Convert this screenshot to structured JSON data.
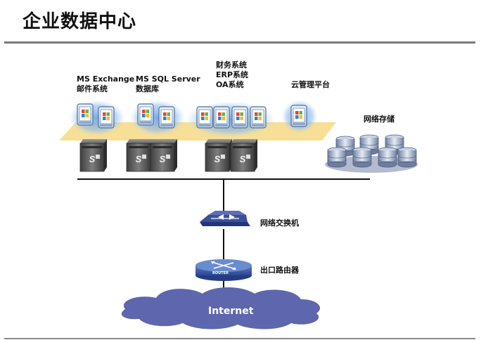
{
  "title": "企业数据中心",
  "labels": {
    "exchange_line1": "MS Exchange",
    "exchange_line2": "邮件系统",
    "sql_line1": "MS SQL Server",
    "sql_line2": "数据库",
    "apps_line1": "财务系统",
    "apps_line2": "ERP系统",
    "apps_line3": "OA系统",
    "cloud_mgmt": "云管理平台",
    "storage": "网络存储",
    "switch": "网络交换机",
    "router": "出口路由器",
    "router_badge": "ROUTER",
    "internet": "Internet"
  },
  "colors": {
    "panel_yellow": "#f6dc8a",
    "glow_blue": "#6fa6e6",
    "switch_blue": "#3e4f99",
    "router_blue": "#3a57a3",
    "cloud_blue": "#5e66ad",
    "server_gray": "#5b5b5b"
  }
}
